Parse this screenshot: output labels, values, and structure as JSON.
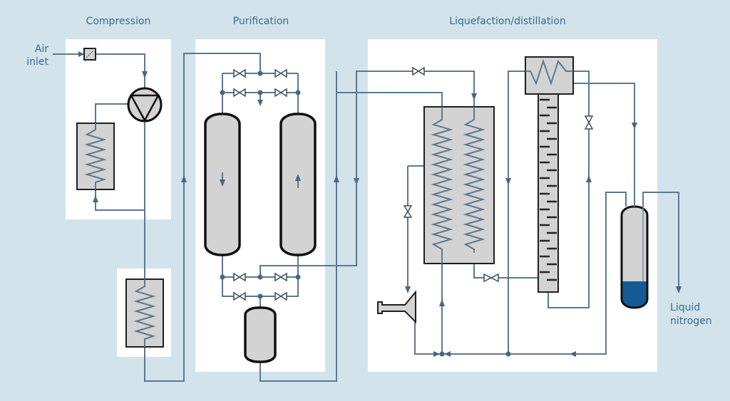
{
  "diagram": {
    "title": "Nitrogen generation process",
    "sections": [
      {
        "id": "compression",
        "label": "Compression"
      },
      {
        "id": "purification",
        "label": "Purification"
      },
      {
        "id": "liquefaction",
        "label": "Liquefaction/distillation"
      }
    ],
    "labels": {
      "air_inlet_line1": "Air",
      "air_inlet_line2": "inlet",
      "liquid_nitrogen_line1": "Liquid",
      "liquid_nitrogen_line2": "nitrogen"
    },
    "components": [
      {
        "id": "air-filter",
        "type": "filter",
        "section": "compression"
      },
      {
        "id": "compressor",
        "type": "compressor",
        "section": "compression"
      },
      {
        "id": "intercooler",
        "type": "heat-exchanger",
        "section": "compression"
      },
      {
        "id": "aftercooler",
        "type": "heat-exchanger",
        "section": "compression"
      },
      {
        "id": "adsorber-left",
        "type": "adsorber-vessel",
        "section": "purification",
        "flow": "down"
      },
      {
        "id": "adsorber-right",
        "type": "adsorber-vessel",
        "section": "purification",
        "flow": "up"
      },
      {
        "id": "buffer-vessel",
        "type": "vessel",
        "section": "purification"
      },
      {
        "id": "main-heat-exchanger",
        "type": "heat-exchanger",
        "section": "liquefaction"
      },
      {
        "id": "expansion-turbine",
        "type": "turbine",
        "section": "liquefaction"
      },
      {
        "id": "distillation-column",
        "type": "column",
        "section": "liquefaction"
      },
      {
        "id": "condenser",
        "type": "heat-exchanger",
        "section": "liquefaction"
      },
      {
        "id": "liquid-nitrogen-tank",
        "type": "storage-dewar",
        "section": "liquefaction"
      }
    ],
    "colors": {
      "background": "#d2e3ec",
      "panel": "#ffffff",
      "pipe": "#5d7890",
      "equipment_fill": "#d3d3d3",
      "liquid": "#155a94",
      "text": "#3d6a8f"
    }
  }
}
